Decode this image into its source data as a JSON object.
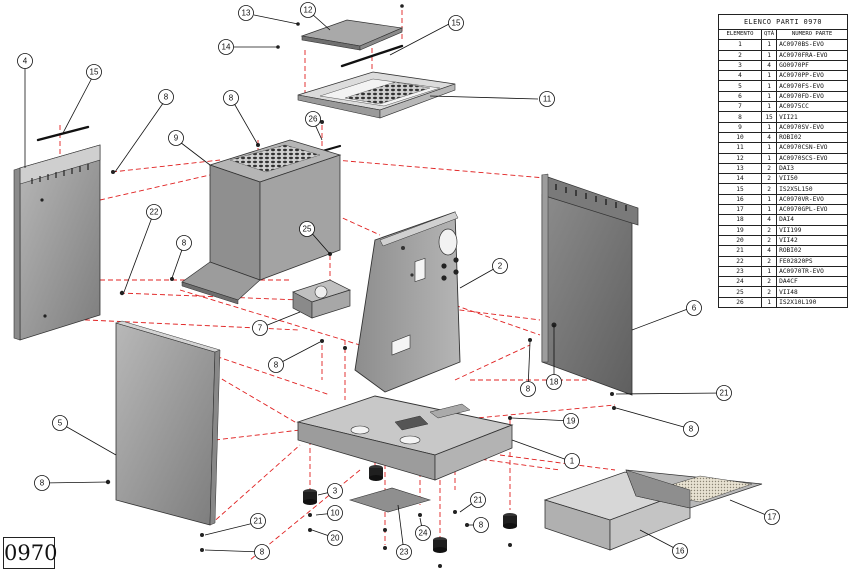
{
  "drawing_code": "0970",
  "parts_table": {
    "title": "ELENCO PARTI 0970",
    "headers": [
      "ELEMENTO",
      "QTÀ",
      "NUMERO PARTE"
    ],
    "rows": [
      {
        "item": "1",
        "qty": "1",
        "part": "AC0970BS-EVO"
      },
      {
        "item": "2",
        "qty": "1",
        "part": "AC0970FRA-EVO"
      },
      {
        "item": "3",
        "qty": "4",
        "part": "GO0970PF"
      },
      {
        "item": "4",
        "qty": "1",
        "part": "AC0970PP-EVO"
      },
      {
        "item": "5",
        "qty": "1",
        "part": "AC0970FS-EVO"
      },
      {
        "item": "6",
        "qty": "1",
        "part": "AC0970FD-EVO"
      },
      {
        "item": "7",
        "qty": "1",
        "part": "AC0975CC"
      },
      {
        "item": "8",
        "qty": "15",
        "part": "VII21"
      },
      {
        "item": "9",
        "qty": "1",
        "part": "AC0970SV-EVO"
      },
      {
        "item": "10",
        "qty": "4",
        "part": "ROBI02"
      },
      {
        "item": "11",
        "qty": "1",
        "part": "AC0970CSN-EVO"
      },
      {
        "item": "12",
        "qty": "1",
        "part": "AC0970SCS-EVO"
      },
      {
        "item": "13",
        "qty": "2",
        "part": "DAI3"
      },
      {
        "item": "14",
        "qty": "2",
        "part": "VII50"
      },
      {
        "item": "15",
        "qty": "2",
        "part": "IS2X5L150"
      },
      {
        "item": "16",
        "qty": "1",
        "part": "AC0970VR-EVO"
      },
      {
        "item": "17",
        "qty": "1",
        "part": "AC0970GPL-EVO"
      },
      {
        "item": "18",
        "qty": "4",
        "part": "DAI4"
      },
      {
        "item": "19",
        "qty": "2",
        "part": "VII199"
      },
      {
        "item": "20",
        "qty": "2",
        "part": "VII42"
      },
      {
        "item": "21",
        "qty": "4",
        "part": "ROBI02"
      },
      {
        "item": "22",
        "qty": "2",
        "part": "FE02820PS"
      },
      {
        "item": "23",
        "qty": "1",
        "part": "AC0970TR-EVO"
      },
      {
        "item": "24",
        "qty": "2",
        "part": "DA4CF"
      },
      {
        "item": "25",
        "qty": "2",
        "part": "VII48"
      },
      {
        "item": "26",
        "qty": "1",
        "part": "IS2X10L190"
      }
    ]
  },
  "callouts": [
    {
      "label": "13"
    },
    {
      "label": "12"
    },
    {
      "label": "14"
    },
    {
      "label": "15"
    },
    {
      "label": "4"
    },
    {
      "label": "15"
    },
    {
      "label": "8"
    },
    {
      "label": "8"
    },
    {
      "label": "11"
    },
    {
      "label": "9"
    },
    {
      "label": "26"
    },
    {
      "label": "22"
    },
    {
      "label": "8"
    },
    {
      "label": "25"
    },
    {
      "label": "2"
    },
    {
      "label": "6"
    },
    {
      "label": "7"
    },
    {
      "label": "8"
    },
    {
      "label": "5"
    },
    {
      "label": "8"
    },
    {
      "label": "18"
    },
    {
      "label": "21"
    },
    {
      "label": "8"
    },
    {
      "label": "19"
    },
    {
      "label": "1"
    },
    {
      "label": "8"
    },
    {
      "label": "3"
    },
    {
      "label": "10"
    },
    {
      "label": "21"
    },
    {
      "label": "8"
    },
    {
      "label": "20"
    },
    {
      "label": "21"
    },
    {
      "label": "8"
    },
    {
      "label": "24"
    },
    {
      "label": "23"
    },
    {
      "label": "17"
    },
    {
      "label": "16"
    }
  ],
  "colors": {
    "panel_gray": "#9b9b9b",
    "panel_light": "#c9c9c9",
    "panel_dark": "#6f6f6f",
    "explode_lines": "#e02020",
    "outline": "#222222"
  }
}
